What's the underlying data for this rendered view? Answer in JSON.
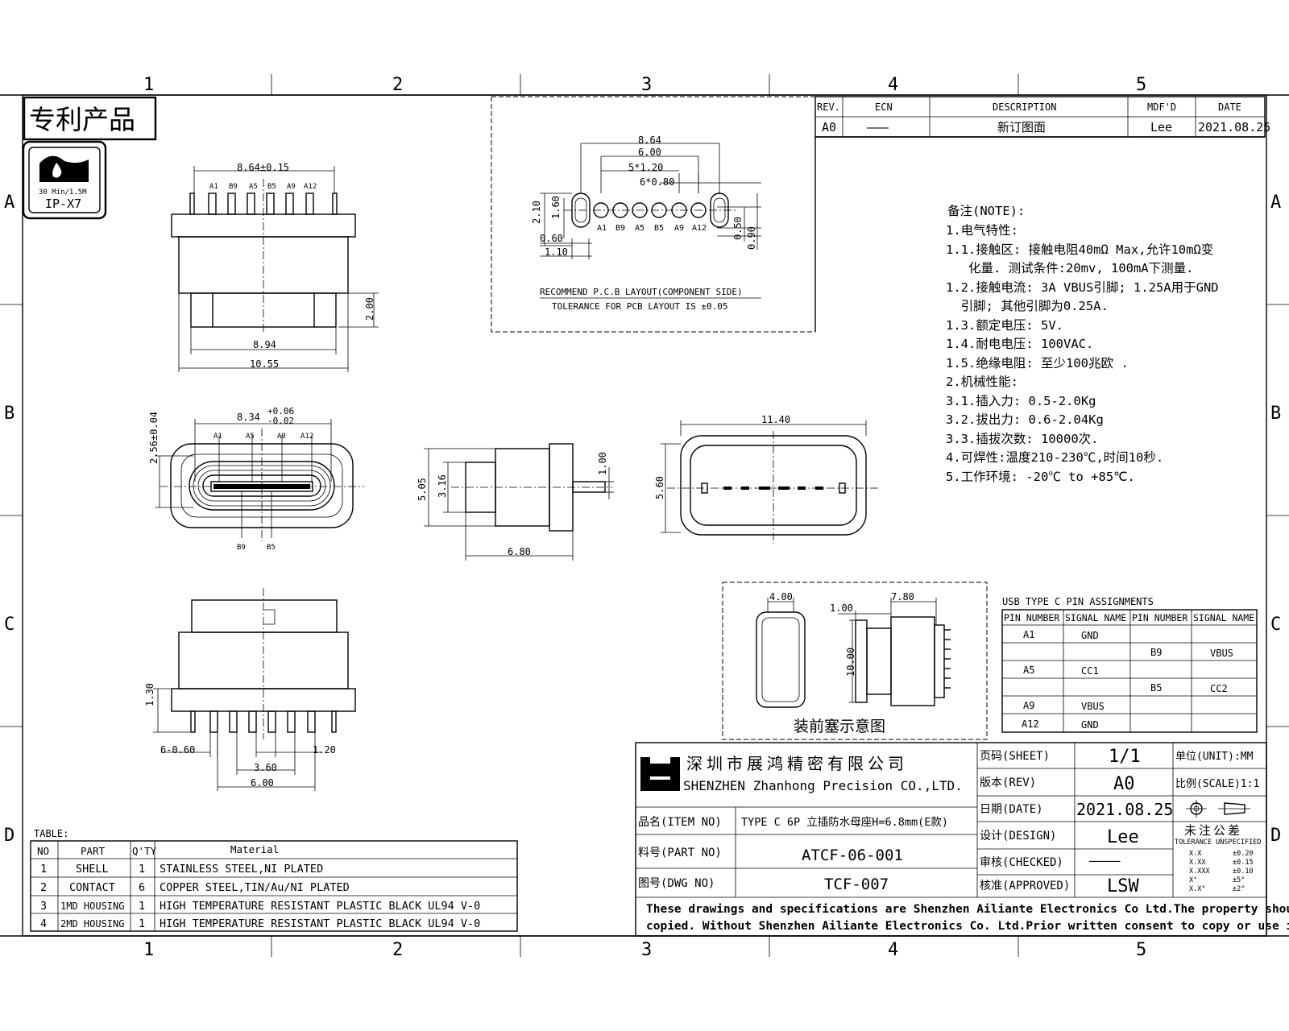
{
  "frame": {
    "col_labels": [
      "1",
      "2",
      "3",
      "4",
      "5"
    ],
    "row_labels": [
      "A",
      "B",
      "C",
      "D"
    ]
  },
  "patent_label": "专利产品",
  "ip_badge": {
    "depth": "30 Min/1.5M",
    "rating": "IP-X7"
  },
  "revision_table": {
    "headers": [
      "REV.",
      "ECN",
      "DESCRIPTION",
      "MDF'D",
      "DATE"
    ],
    "row": [
      "A0",
      "———",
      "新订图面",
      "Lee",
      "2021.08.25"
    ]
  },
  "pcb_layout": {
    "dims": [
      "8.64",
      "6.00",
      "5*1.20",
      "6*0.80",
      "2.10",
      "1.60",
      "0.60",
      "1.10",
      "0.50",
      "0.90"
    ],
    "pins": [
      "A1",
      "B9",
      "A5",
      "B5",
      "A9",
      "A12"
    ],
    "title": "RECOMMEND P.C.B LAYOUT(COMPONENT SIDE)",
    "tolerance": "TOLERANCE FOR PCB LAYOUT IS ±0.05"
  },
  "top_view": {
    "dims": [
      "8.64±0.15",
      "2.00",
      "8.94",
      "10.55"
    ],
    "pins": [
      "A1",
      "B9",
      "A5",
      "B5",
      "A9",
      "A12"
    ]
  },
  "front_view": {
    "width": "8.34",
    "tol_plus": "+0.06",
    "tol_minus": "-0.02",
    "height": "2.56±0.04",
    "top_pins": [
      "A1",
      "A5",
      "A9",
      "A12"
    ],
    "bottom_pins": [
      "B9",
      "B5"
    ]
  },
  "side_view": {
    "dims": [
      "1.00",
      "5.05",
      "3.16",
      "6.80"
    ]
  },
  "back_view": {
    "dims": [
      "11.40",
      "5.60"
    ]
  },
  "bottom_view": {
    "dims": [
      "1.30",
      "6-0.60",
      "1.20",
      "3.60",
      "6.00"
    ]
  },
  "plug_view": {
    "dims": [
      "4.00",
      "7.80",
      "1.00",
      "10.00"
    ],
    "caption": "装前塞示意图"
  },
  "notes": [
    "备注(NOTE):",
    "1.电气特性:",
    "1.1.接触区: 接触电阻40mΩ Max,允许10mΩ变",
    "   化量. 测试条件:20mv, 100mA下测量.",
    "1.2.接触电流: 3A VBUS引脚; 1.25A用于GND",
    "  引脚; 其他引脚为0.25A.",
    "1.3.额定电压: 5V.",
    "1.4.耐电电压: 100VAC.",
    "1.5.绝缘电阻: 至少100兆欧 .",
    "2.机械性能:",
    "3.1.插入力: 0.5-2.0Kg",
    "3.2.拔出力: 0.6-2.04Kg",
    "3.3.插拔次数: 10000次.",
    "4.可焊性:温度210-230℃,时间10秒.",
    "5.工作环境: -20℃ to +85℃."
  ],
  "pin_assignments": {
    "title": "USB TYPE C PIN ASSIGNMENTS",
    "headers": [
      "PIN NUMBER",
      "SIGNAL NAME",
      "PIN NUMBER",
      "SIGNAL NAME"
    ],
    "rows": [
      [
        "A1",
        "GND",
        "",
        ""
      ],
      [
        "",
        "",
        "B9",
        "VBUS"
      ],
      [
        "A5",
        "CC1",
        "",
        ""
      ],
      [
        "",
        "",
        "B5",
        "CC2"
      ],
      [
        "A9",
        "VBUS",
        "",
        ""
      ],
      [
        "A12",
        "GND",
        "",
        ""
      ]
    ]
  },
  "title_block": {
    "company_cn": "深圳市展鸿精密有限公司",
    "company_en": "SHENZHEN Zhanhong Precision CO.,LTD.",
    "item_label": "品名(ITEM NO)",
    "item_value": "TYPE C 6P 立插防水母座H=6.8mm(E款)",
    "part_label": "料号(PART NO)",
    "part_value": "ATCF-06-001",
    "dwg_label": "图号(DWG NO)",
    "dwg_value": "TCF-007",
    "sheet_label": "页码(SHEET)",
    "sheet_value": "1/1",
    "rev_label": "版本(REV)",
    "rev_value": "A0",
    "date_label": "日期(DATE)",
    "date_value": "2021.08.25",
    "design_label": "设计(DESIGN)",
    "design_value": "Lee",
    "checked_label": "审核(CHECKED)",
    "checked_value": "————",
    "approved_label": "核准(APPROVED)",
    "approved_value": "LSW",
    "unit_label": "单位(UNIT):MM",
    "scale_label": "比例(SCALE)1:1",
    "tol_title": "未注公差",
    "tol_sub": "TOLERANCE UNSPECIFIED",
    "tolerances": [
      [
        "X.X",
        "±0.20"
      ],
      [
        "X.XX",
        "±0.15"
      ],
      [
        "X.XXX",
        "±0.10"
      ],
      [
        "X°",
        "±5°"
      ],
      [
        "X.X°",
        "±2°"
      ]
    ],
    "disclaimer_1": "These drawings and specifications are Shenzhen Ailiante Electronics Co Ltd.The property should not be",
    "disclaimer_2": "copied. Without Shenzhen Ailiante Electronics Co. Ltd.Prior written consent to copy or use in any way"
  },
  "parts_table": {
    "caption": "TABLE:",
    "headers": [
      "NO",
      "PART",
      "Q'TY",
      "Material"
    ],
    "rows": [
      [
        "1",
        "SHELL",
        "1",
        "STAINLESS STEEL,NI PLATED"
      ],
      [
        "2",
        "CONTACT",
        "6",
        "COPPER STEEL,TIN/Au/NI PLATED"
      ],
      [
        "3",
        "1MD HOUSING",
        "1",
        "HIGH TEMPERATURE RESISTANT PLASTIC BLACK UL94 V-0"
      ],
      [
        "4",
        "2MD HOUSING",
        "1",
        "HIGH TEMPERATURE RESISTANT PLASTIC BLACK UL94 V-0"
      ]
    ]
  }
}
